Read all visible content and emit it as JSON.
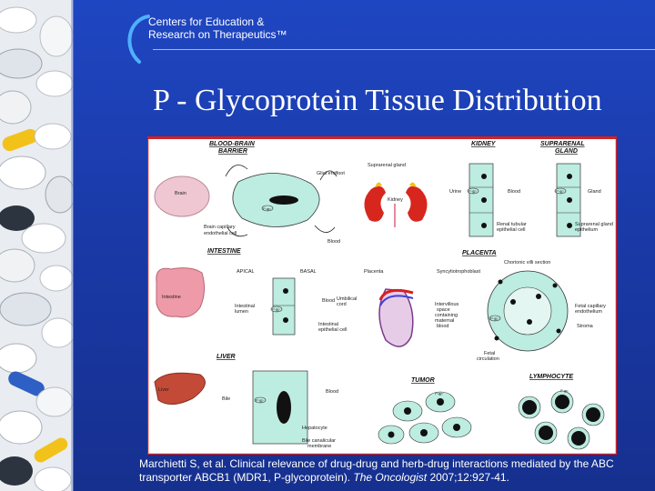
{
  "header": {
    "org_line1": "Centers for Education &",
    "org_line2": "Research on Therapeutics™"
  },
  "title": "P - Glycoprotein Tissue Distribution",
  "figure": {
    "panels": {
      "bbb": "BLOOD-BRAIN",
      "bbb2": "BARRIER",
      "kidney": "KIDNEY",
      "suprarenal": "SUPRARENAL",
      "suprarenal2": "GLAND",
      "intestine": "INTESTINE",
      "placenta": "PLACENTA",
      "liver": "LIVER",
      "tumor": "TUMOR",
      "lymphocyte": "LYMPHOCYTE"
    },
    "labels": {
      "glial": "Glial endfoot",
      "brain": "Brain",
      "pgp": "P-gp",
      "capillary": "Brain capillary",
      "endothelial": "endothelial cell",
      "blood": "Blood",
      "suprarenal_gland": "Suprarenal gland",
      "kidney": "Kidney",
      "urine": "Urine",
      "gland": "Gland",
      "renal1": "Renal tubular",
      "renal2": "epithelial cell",
      "supra1": "Suprarenal gland",
      "supra2": "epithelium",
      "apical": "APICAL",
      "basal": "BASAL",
      "intestine": "Intestine",
      "int_lumen1": "Intestinal",
      "int_lumen2": "lumen",
      "int_epi1": "Intestinal",
      "int_epi2": "epithelial cell",
      "placenta": "Placenta",
      "umbilical1": "Umbilical",
      "umbilical2": "cord",
      "syncytio": "Syncytiotrophoblast",
      "chorionic": "Chorionic villi section",
      "intervillous1": "Intervillous",
      "intervillous2": "space",
      "intervillous3": "containing",
      "intervillous4": "maternal",
      "intervillous5": "blood",
      "fetal_cap1": "Fetal capillary",
      "fetal_cap2": "endothelium",
      "stroma": "Stroma",
      "fetal_circ1": "Fetal",
      "fetal_circ2": "circulation",
      "liver": "Liver",
      "bile": "Bile",
      "hepatocyte": "Hepatocyte",
      "canal1": "Bile canalicular",
      "canal2": "membrane"
    }
  },
  "citation": {
    "text": "Marchietti S, et al. Clinical relevance of drug-drug and herb-drug interactions mediated by the ABC transporter ABCB1 (MDR1, P-glycoprotein). ",
    "journal": "The Oncologist",
    "tail": " 2007;12:927-41."
  },
  "colors": {
    "background": "#1a3aa8",
    "figure_border": "#d62020",
    "cell_fill": "#bdece0"
  }
}
